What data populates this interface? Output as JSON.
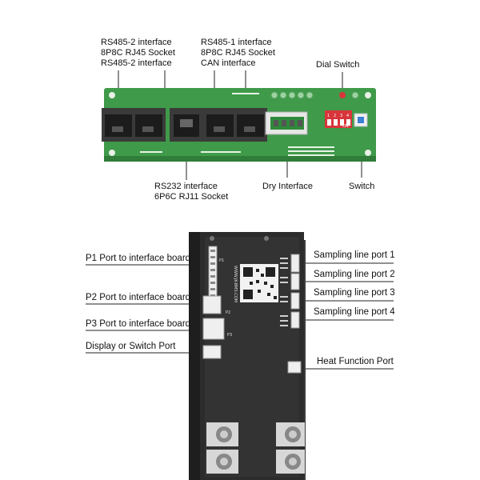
{
  "top_board": {
    "labels": {
      "rs485_2": [
        "RS485-2 interface",
        "8P8C RJ45 Socket",
        "RS485-2 interface"
      ],
      "rs485_1": [
        "RS485-1 interface",
        "8P8C RJ45 Socket",
        "CAN interface"
      ],
      "dial_switch": "Dial Switch",
      "rs232": [
        "RS232 interface",
        "6P6C RJ11 Socket"
      ],
      "dry_interface": "Dry Interface",
      "switch": "Switch"
    },
    "dip_numbers": [
      "1",
      "2",
      "3",
      "4"
    ],
    "dip_on": "ON"
  },
  "bms_board": {
    "left_labels": [
      "P1 Port to interface board",
      "P2 Port to interface board",
      "P3 Port to interface board",
      "Display or Switch Port"
    ],
    "right_labels": [
      "Sampling line port 1",
      "Sampling line port 2",
      "Sampling line port 3",
      "Sampling line port 4",
      "Heat Function Port"
    ],
    "silkscreen": {
      "p1": "P1",
      "p2": "P2",
      "p3": "P3",
      "url": "WWW.JK-BMS.COM"
    }
  },
  "colors": {
    "pcb_green": "#3f9a4a",
    "pcb_dark": "#2a2a2a",
    "dip_red": "#d8353b",
    "switch_blue": "#3b7fd1"
  }
}
